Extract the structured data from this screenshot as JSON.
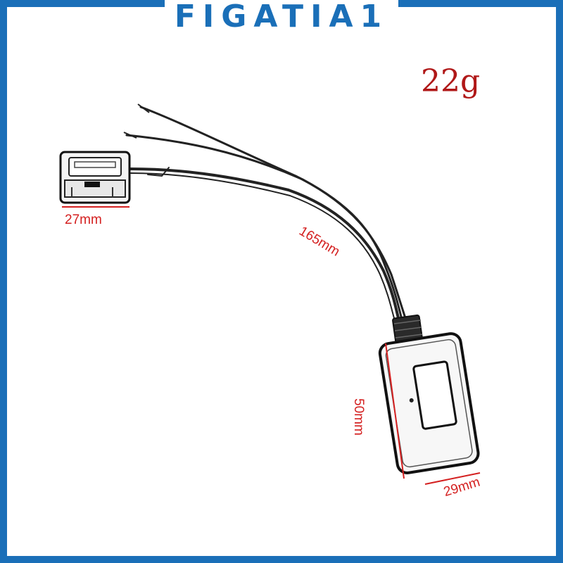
{
  "brand": {
    "name": "FIGATIA1"
  },
  "product": {
    "weight_label": "22g",
    "dimensions": {
      "connector_width": "27mm",
      "cable_length": "165mm",
      "module_height": "50mm",
      "module_width": "29mm"
    }
  },
  "colors": {
    "frame": "#1a6fb8",
    "brand": "#1a6fb8",
    "weight": "#b01818",
    "dimension": "#d42020"
  }
}
